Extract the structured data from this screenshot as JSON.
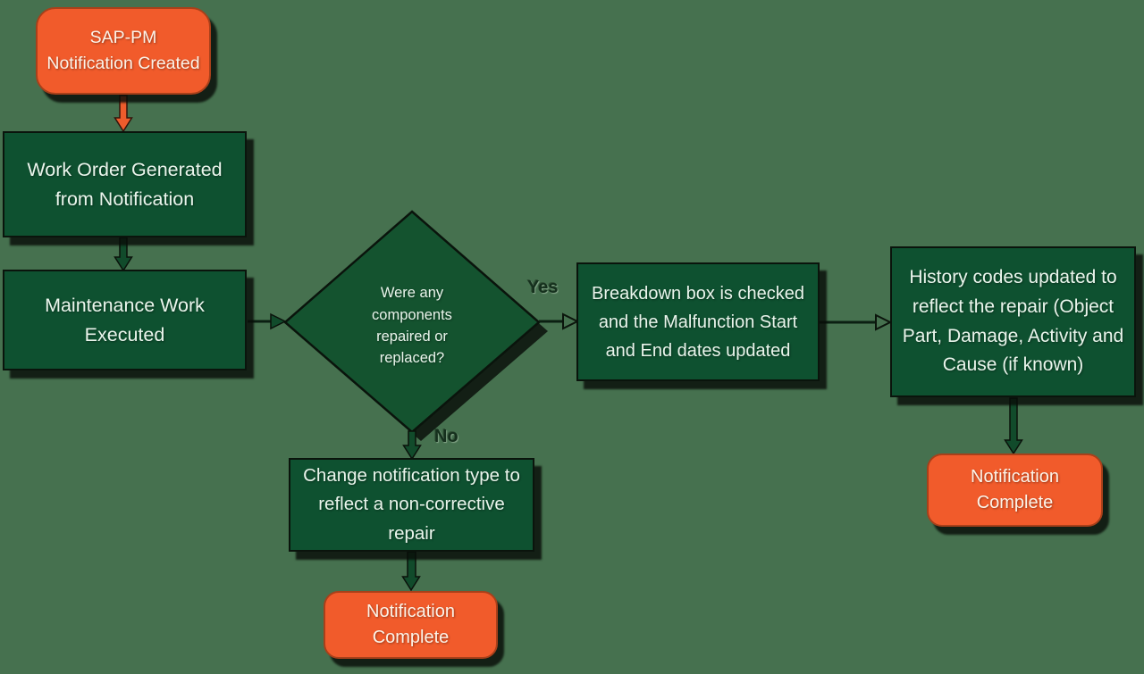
{
  "canvas": {
    "background_color": "#46714F",
    "process_fill": "#0E5130",
    "process_text_color": "#EAF5EC",
    "terminal_fill": "#F15B2B",
    "terminal_text_color": "#FCF3E8",
    "shadow_color": "#090D09",
    "arrow_green": "#114B2B",
    "arrow_orange": "#ED5C2C"
  },
  "nodes": [
    {
      "id": "sap_pm",
      "type": "terminal",
      "shape": "rounded-rect",
      "label": "SAP-PM Notification Created"
    },
    {
      "id": "work_order",
      "type": "process",
      "shape": "rect",
      "label": "Work Order Generated from Notification"
    },
    {
      "id": "maintenance",
      "type": "process",
      "shape": "rect",
      "label": "Maintenance Work Executed"
    },
    {
      "id": "decision",
      "type": "decision",
      "shape": "diamond",
      "label": "Were any components repaired or replaced?"
    },
    {
      "id": "breakdown",
      "type": "process",
      "shape": "rect",
      "label": "Breakdown box is checked and the Malfunction Start and End dates updated"
    },
    {
      "id": "history_codes",
      "type": "process",
      "shape": "rect",
      "label": "History codes updated to reflect the repair (Object Part, Damage, Activity and Cause (if known)"
    },
    {
      "id": "notif_complete_right",
      "type": "terminal",
      "shape": "rounded-rect",
      "label": "Notification Complete"
    },
    {
      "id": "change_notification",
      "type": "process",
      "shape": "rect",
      "label": "Change notification type to reflect a non-corrective repair"
    },
    {
      "id": "notif_complete_bottom",
      "type": "terminal",
      "shape": "rounded-rect",
      "label": "Notification Complete"
    }
  ],
  "edges": [
    {
      "from": "sap_pm",
      "to": "work_order",
      "label": ""
    },
    {
      "from": "work_order",
      "to": "maintenance",
      "label": ""
    },
    {
      "from": "maintenance",
      "to": "decision",
      "label": ""
    },
    {
      "from": "decision",
      "to": "breakdown",
      "label": "Yes"
    },
    {
      "from": "breakdown",
      "to": "history_codes",
      "label": ""
    },
    {
      "from": "history_codes",
      "to": "notif_complete_right",
      "label": ""
    },
    {
      "from": "decision",
      "to": "change_notification",
      "label": "No"
    },
    {
      "from": "change_notification",
      "to": "notif_complete_bottom",
      "label": ""
    }
  ]
}
